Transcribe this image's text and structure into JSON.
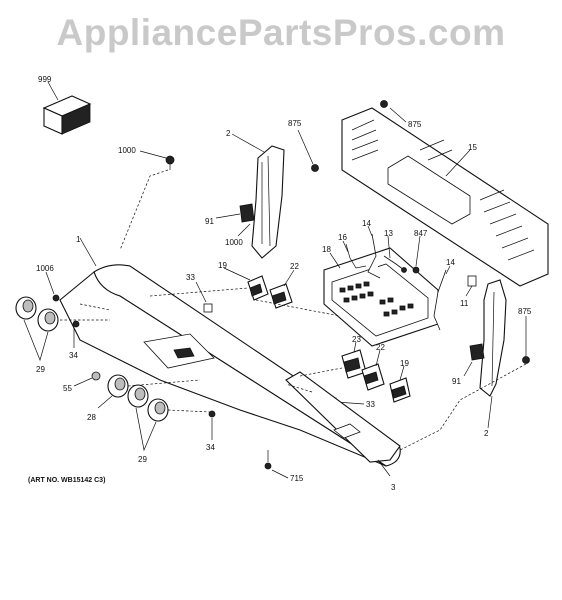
{
  "watermark": "AppliancePartsPros.com",
  "art_number": "(ART NO. WB15142 C3)",
  "callouts": {
    "c999": "999",
    "c875a": "875",
    "c875b": "875",
    "c875c": "875",
    "c2a": "2",
    "c2b": "2",
    "c15": "15",
    "c1000a": "1000",
    "c1000b": "1000",
    "c91a": "91",
    "c91b": "91",
    "c1": "1",
    "c14a": "14",
    "c14b": "14",
    "c13": "13",
    "c847": "847",
    "c16": "16",
    "c18": "18",
    "c19a": "19",
    "c19b": "19",
    "c22a": "22",
    "c22b": "22",
    "c23": "23",
    "c33a": "33",
    "c33b": "33",
    "c1006": "1006",
    "c29a": "29",
    "c29b": "29",
    "c34a": "34",
    "c34b": "34",
    "c55": "55",
    "c28": "28",
    "c11": "11",
    "c715": "715",
    "c3": "3"
  }
}
